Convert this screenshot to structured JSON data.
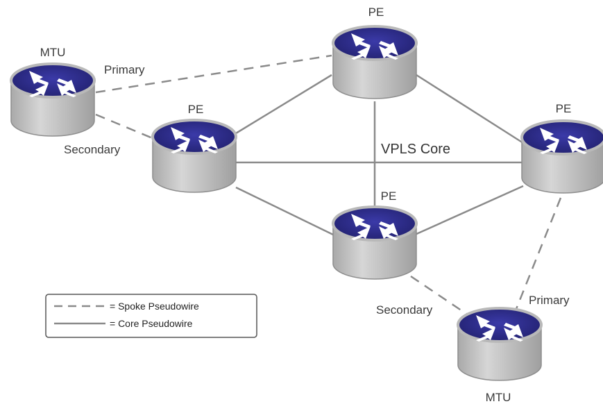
{
  "colors": {
    "router_top": "#2e2d8c",
    "router_top_dark": "#1d1c66",
    "router_body": "#c4c4c4",
    "router_body_dark": "#9c9c9c",
    "router_arrow": "#ffffff",
    "core_line": "#8a8a8a",
    "spoke_line": "#8a8a8a",
    "label": "#3a3a3a"
  },
  "nodes": {
    "mtu_top": {
      "label": "MTU",
      "icon": "router-icon"
    },
    "pe_left": {
      "label": "PE",
      "icon": "router-icon"
    },
    "pe_top": {
      "label": "PE",
      "icon": "router-icon"
    },
    "pe_right": {
      "label": "PE",
      "icon": "router-icon"
    },
    "pe_bottom": {
      "label": "PE",
      "icon": "router-icon"
    },
    "mtu_bottom": {
      "label": "MTU",
      "icon": "router-icon"
    }
  },
  "links": {
    "top_primary": "Primary",
    "top_secondary": "Secondary",
    "bottom_primary": "Primary",
    "bottom_secondary": "Secondary"
  },
  "core_label": "VPLS Core",
  "legend": {
    "spoke": "= Spoke Pseudowire",
    "core": "= Core Pseudowire"
  }
}
